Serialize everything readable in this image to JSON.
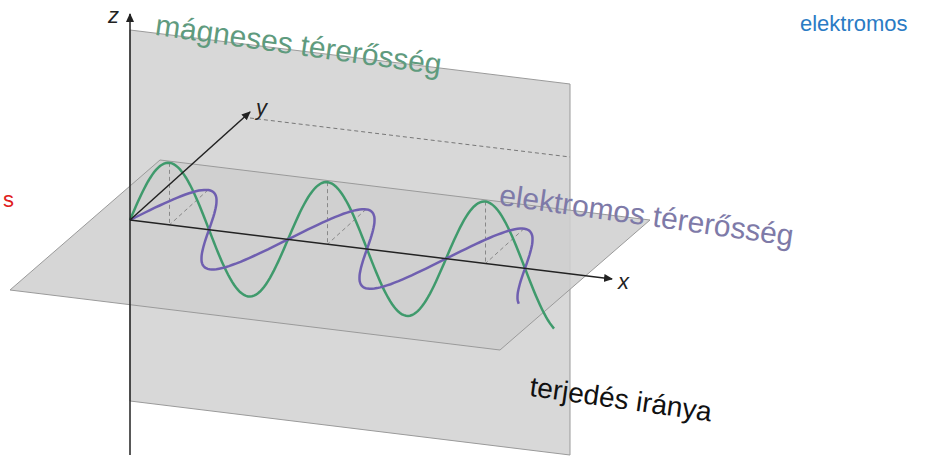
{
  "diagram": {
    "labels": [
      "z",
      "y",
      "x",
      "mágneses térerősség",
      "elektromos",
      "s",
      "elektromos térerősség",
      "terjedés iránya"
    ]
  }
}
